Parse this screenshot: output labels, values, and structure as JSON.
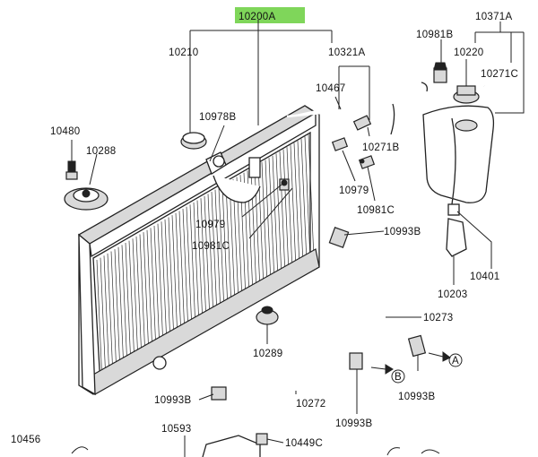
{
  "colors": {
    "highlight": "#7fd65a",
    "ink": "#222222"
  },
  "diagram": {
    "labels": {
      "l10200A": "10200A",
      "l10210": "10210",
      "l10321A": "10321A",
      "l10467": "10467",
      "l10981B": "10981B",
      "l10371A": "10371A",
      "l10220": "10220",
      "l10271C": "10271C",
      "l10480": "10480",
      "l10288": "10288",
      "l10978B": "10978B",
      "l10271B": "10271B",
      "l10979a": "10979",
      "l10981Ca": "10981C",
      "l10979b": "10979",
      "l10981Cb": "10981C",
      "l10993Ba": "10993B",
      "l10401": "10401",
      "l10203": "10203",
      "l10273": "10273",
      "l10289": "10289",
      "l10272": "10272",
      "l10993Bb": "10993B",
      "l10993Bc": "10993B",
      "l10993Bd": "10993B",
      "l10456": "10456",
      "l10593": "10593",
      "l10449C": "10449C",
      "markA": "A",
      "markB": "B"
    }
  }
}
